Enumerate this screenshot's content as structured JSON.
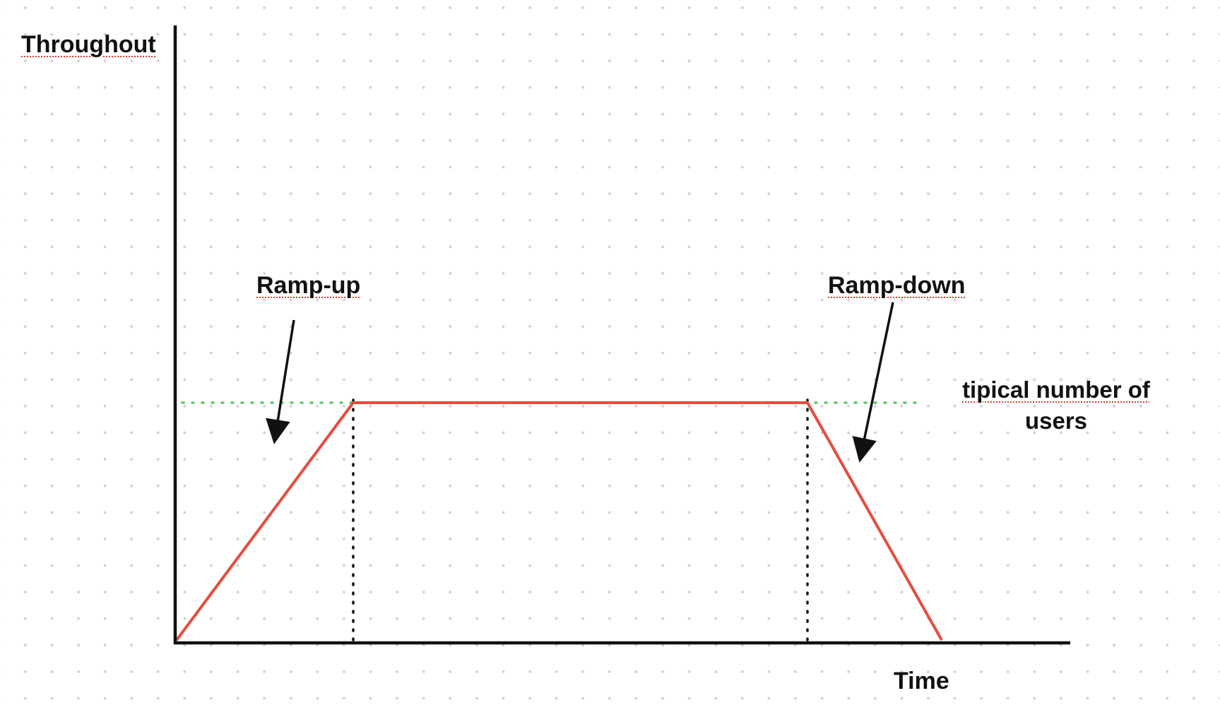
{
  "axes": {
    "y_label": "Throughout",
    "x_label": "Time"
  },
  "annotations": {
    "ramp_up": "Ramp-up",
    "ramp_down": "Ramp-down",
    "typical_line1": "tipical number of",
    "typical_line2": "users"
  },
  "profile": {
    "phases": [
      "ramp-up",
      "steady",
      "ramp-down"
    ]
  },
  "colors": {
    "profile_line": "#e74c3c",
    "typical_line": "#5cc96b",
    "axes": "#111111",
    "grid_dots": "#cfcfcf",
    "spellcheck_underline": "#e03a2e"
  }
}
